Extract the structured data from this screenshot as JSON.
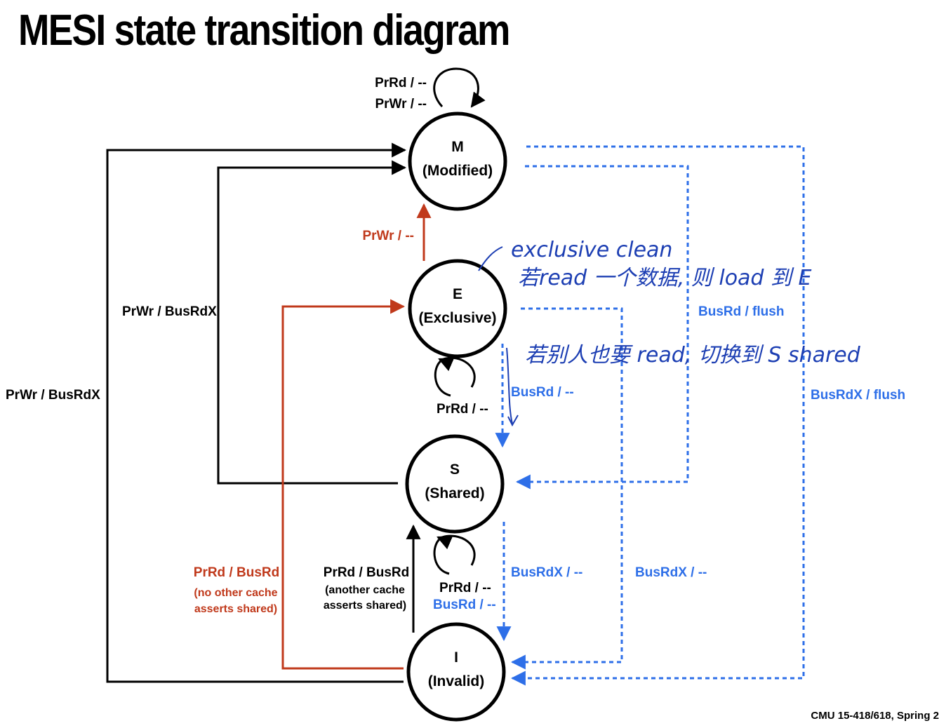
{
  "title": "MESI state transition diagram",
  "footer": "CMU 15-418/618, Spring 2",
  "colors": {
    "black": "#000000",
    "red": "#c0391b",
    "blue": "#2e6fe8",
    "ink": "#1d3fb3"
  },
  "states": {
    "M": {
      "letter": "M",
      "name": "(Modified)"
    },
    "E": {
      "letter": "E",
      "name": "(Exclusive)"
    },
    "S": {
      "letter": "S",
      "name": "(Shared)"
    },
    "I": {
      "letter": "I",
      "name": "(Invalid)"
    }
  },
  "labels": {
    "m_self_1": "PrRd / --",
    "m_self_2": "PrWr / --",
    "e_to_m": "PrWr / --",
    "s_to_m": "PrWr / BusRdX",
    "i_to_m": "PrWr / BusRdX",
    "e_self": "PrRd / --",
    "e_to_s": "BusRd / --",
    "m_to_s": "BusRd / flush",
    "m_to_i": "BusRdX / flush",
    "i_to_e_1": "PrRd / BusRd",
    "i_to_e_2": "(no other cache",
    "i_to_e_3": "asserts shared)",
    "i_to_s_1": "PrRd / BusRd",
    "i_to_s_2": "(another cache",
    "i_to_s_3": "asserts shared)",
    "s_self_1": "PrRd / --",
    "s_self_2": "BusRd / --",
    "s_to_i": "BusRdX / --",
    "e_to_i": "BusRdX / --"
  },
  "annotations": {
    "line1": "exclusive clean",
    "line2": "若read 一个数据, 则 load 到 E",
    "line3": "若别人也要 read, 切换到 S shared"
  }
}
